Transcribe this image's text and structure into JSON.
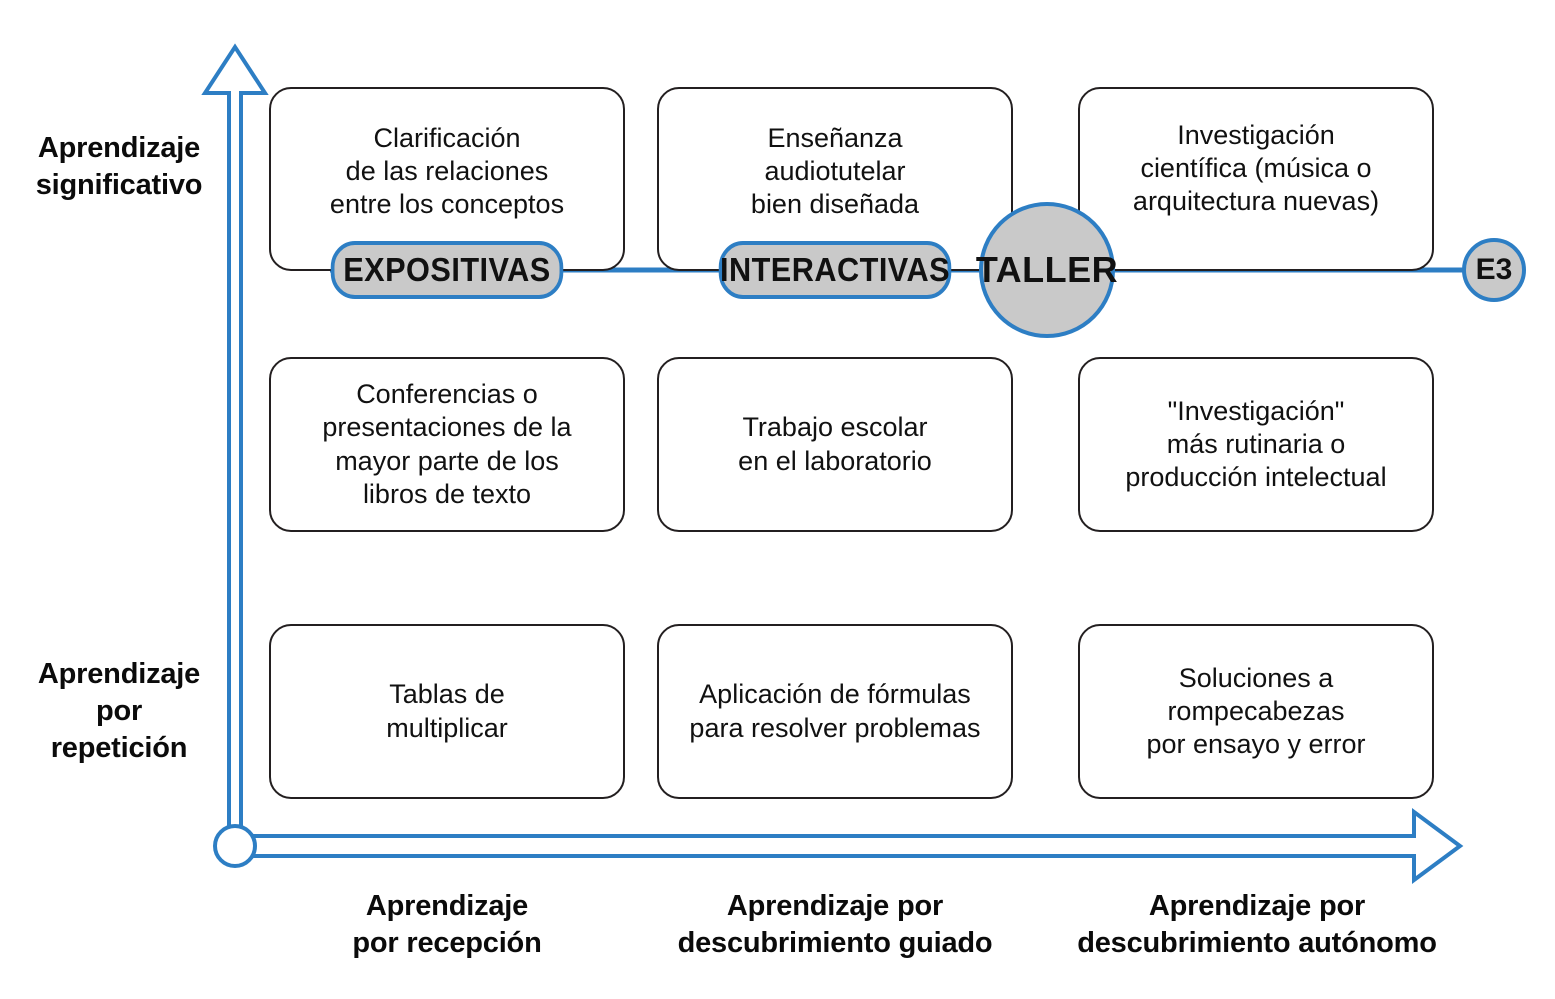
{
  "diagram": {
    "title": "Matriz de aprendizaje significativo y por descubrimiento",
    "colors": {
      "axis_blue": "#2d7ec4",
      "box_border": "#231f20",
      "badge_fill": "#c9c9c9",
      "background": "#ffffff",
      "text": "#111111"
    }
  },
  "y_axis": {
    "name": "eje-vertical",
    "top_label": "Aprendizaje\nsignificativo",
    "bottom_label": "Aprendizaje\npor repetición",
    "arrow": "up-arrow"
  },
  "x_axis": {
    "name": "eje-horizontal",
    "arrow": "right-arrow",
    "labels": [
      "Aprendizaje\npor recepción",
      "Aprendizaje por\ndescubrimiento guiado",
      "Aprendizaje por\ndescubrimiento autónomo"
    ]
  },
  "grid": {
    "rows": [
      {
        "row": "significativo",
        "cells": [
          "Clarificación\nde las relaciones\nentre los conceptos",
          "Enseñanza\naudiotutelar\nbien diseñada",
          "Investigación\ncientífica (música o\narquitectura nuevas)"
        ]
      },
      {
        "row": "intermedio",
        "cells": [
          "Conferencias o\npresentaciones de la\nmayor parte de los\nlibros de texto",
          "Trabajo escolar\nen el laboratorio",
          "\"Investigación\"\nmás rutinaria o\nproducción intelectual"
        ]
      },
      {
        "row": "repeticion",
        "cells": [
          "Tablas de\nmultiplicar",
          "Aplicación de fórmulas\npara resolver problemas",
          "Soluciones a rompecabezas\npor ensayo y error"
        ]
      }
    ]
  },
  "strategy_band": {
    "name": "banda-estrategias",
    "nodes": [
      {
        "id": "expositivas",
        "label": "EXPOSITIVAS",
        "shape": "pill"
      },
      {
        "id": "interactivas",
        "label": "INTERACTIVAS",
        "shape": "pill"
      },
      {
        "id": "taller",
        "label": "TALLER",
        "shape": "circle-large"
      },
      {
        "id": "e3",
        "label": "E3",
        "shape": "circle-small"
      }
    ]
  }
}
